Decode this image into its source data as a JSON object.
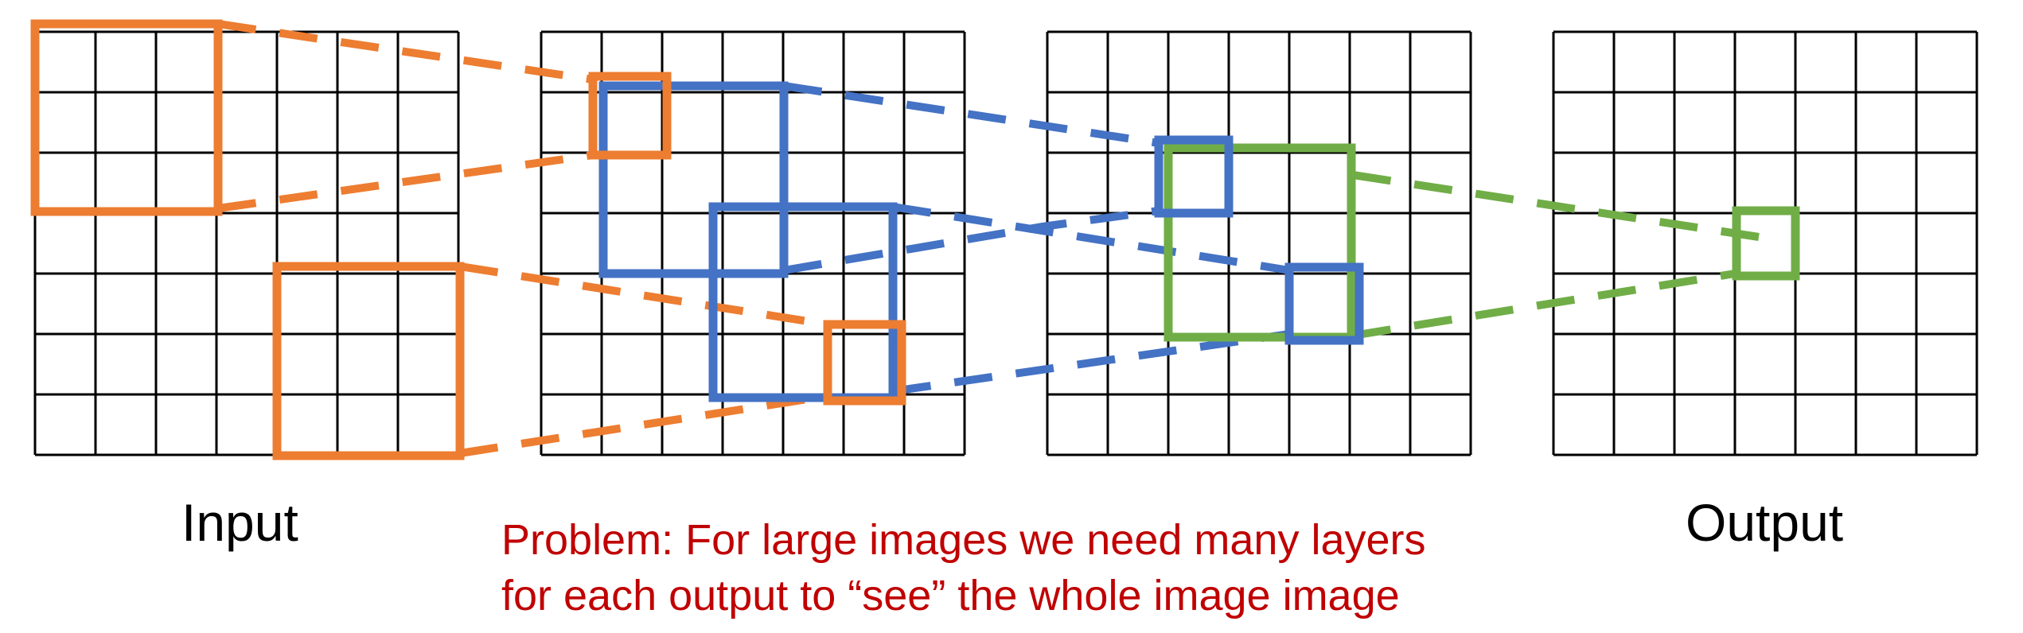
{
  "labels": {
    "input": "Input",
    "output": "Output"
  },
  "problem": {
    "line1": "Problem: For large images we need many layers",
    "line2": "for each output to “see” the whole image image"
  },
  "grid": {
    "rows": 7,
    "cols": 7,
    "count": 4
  },
  "colors": {
    "orange": "#ED7D31",
    "blue": "#4472C4",
    "green": "#70AD47",
    "grid": "#000000",
    "problem_text": "#C00000"
  }
}
